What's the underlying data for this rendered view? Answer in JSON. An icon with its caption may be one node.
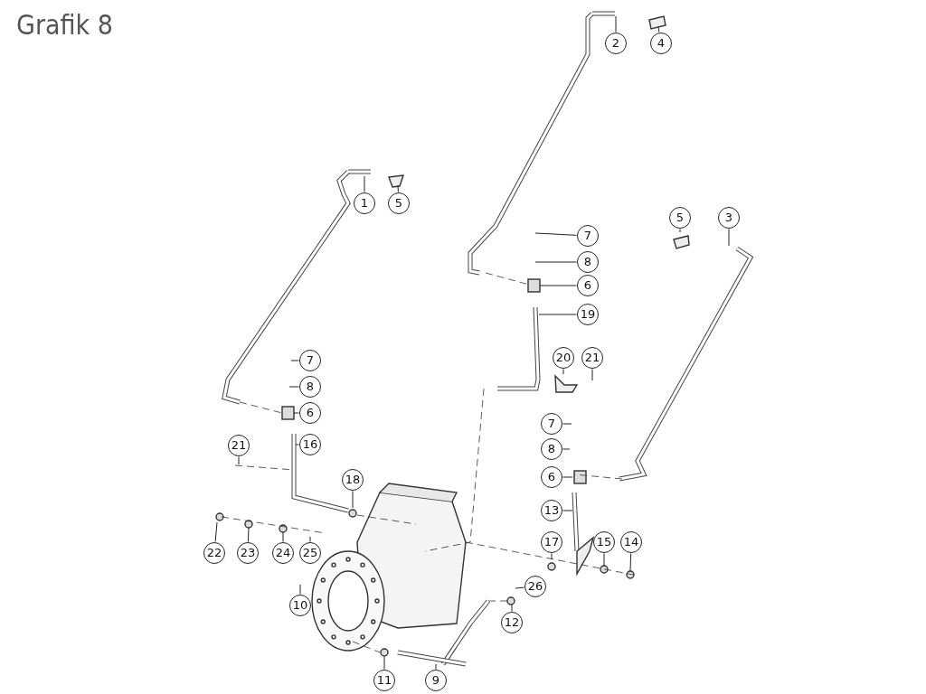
{
  "diagram": {
    "title": "Grafik 8",
    "nodes": [
      {
        "text": [
          "2"
        ]
      },
      {
        "text": [
          "4"
        ]
      },
      {
        "text": [
          "1"
        ]
      },
      {
        "text": [
          "5"
        ]
      },
      {
        "text": [
          "7"
        ]
      },
      {
        "text": [
          "8"
        ]
      },
      {
        "text": [
          "5"
        ]
      },
      {
        "text": [
          "3"
        ]
      },
      {
        "text": [
          "6"
        ]
      },
      {
        "text": [
          "19"
        ]
      },
      {
        "text": [
          "20"
        ]
      },
      {
        "text": [
          "21"
        ]
      },
      {
        "text": [
          "7"
        ]
      },
      {
        "text": [
          "8"
        ]
      },
      {
        "text": [
          "6"
        ]
      },
      {
        "text": [
          "16"
        ]
      },
      {
        "text": [
          "21"
        ]
      },
      {
        "text": [
          "18"
        ]
      },
      {
        "text": [
          "7"
        ]
      },
      {
        "text": [
          "8"
        ]
      },
      {
        "text": [
          "6"
        ]
      },
      {
        "text": [
          "13"
        ]
      },
      {
        "text": [
          "22"
        ]
      },
      {
        "text": [
          "23"
        ]
      },
      {
        "text": [
          "24"
        ]
      },
      {
        "text": [
          "25"
        ]
      },
      {
        "text": [
          "17"
        ]
      },
      {
        "text": [
          "15"
        ]
      },
      {
        "text": [
          "14"
        ]
      },
      {
        "text": [
          "26"
        ]
      },
      {
        "text": [
          "10"
        ]
      },
      {
        "text": [
          "12"
        ]
      },
      {
        "text": [
          "11"
        ]
      },
      {
        "text": [
          "9"
        ]
      }
    ],
    "edges": [
      {
        "from": 0,
        "to": null,
        "arrow": "none"
      },
      {
        "from": 1,
        "to": null,
        "arrow": "none"
      },
      {
        "from": 2,
        "to": null,
        "arrow": "none"
      },
      {
        "from": 3,
        "to": null,
        "arrow": "none"
      },
      {
        "from": 4,
        "to": null,
        "arrow": "none"
      },
      {
        "from": 5,
        "to": null,
        "arrow": "none"
      },
      {
        "from": 6,
        "to": null,
        "arrow": "none"
      },
      {
        "from": 7,
        "to": null,
        "arrow": "none"
      },
      {
        "from": 8,
        "to": null,
        "arrow": "none"
      },
      {
        "from": 9,
        "to": null,
        "arrow": "none"
      },
      {
        "from": 10,
        "to": null,
        "arrow": "none"
      },
      {
        "from": 11,
        "to": null,
        "arrow": "none"
      },
      {
        "from": 12,
        "to": null,
        "arrow": "none"
      },
      {
        "from": 13,
        "to": null,
        "arrow": "none"
      },
      {
        "from": 14,
        "to": null,
        "arrow": "none"
      },
      {
        "from": 15,
        "to": null,
        "arrow": "none"
      },
      {
        "from": 16,
        "to": null,
        "arrow": "none"
      },
      {
        "from": 17,
        "to": null,
        "arrow": "none"
      },
      {
        "from": 18,
        "to": null,
        "arrow": "none"
      },
      {
        "from": 19,
        "to": null,
        "arrow": "none"
      },
      {
        "from": 20,
        "to": null,
        "arrow": "none"
      },
      {
        "from": 21,
        "to": null,
        "arrow": "none"
      },
      {
        "from": 22,
        "to": null,
        "arrow": "none"
      },
      {
        "from": 23,
        "to": null,
        "arrow": "none"
      },
      {
        "from": 24,
        "to": null,
        "arrow": "none"
      },
      {
        "from": 25,
        "to": null,
        "arrow": "none"
      },
      {
        "from": 26,
        "to": null,
        "arrow": "none"
      },
      {
        "from": 27,
        "to": null,
        "arrow": "none"
      },
      {
        "from": 28,
        "to": null,
        "arrow": "none"
      },
      {
        "from": 29,
        "to": null,
        "arrow": "none"
      },
      {
        "from": 30,
        "to": null,
        "arrow": "none"
      },
      {
        "from": 31,
        "to": null,
        "arrow": "none"
      },
      {
        "from": 32,
        "to": null,
        "arrow": "none"
      },
      {
        "from": 33,
        "to": null,
        "arrow": "none"
      }
    ]
  }
}
